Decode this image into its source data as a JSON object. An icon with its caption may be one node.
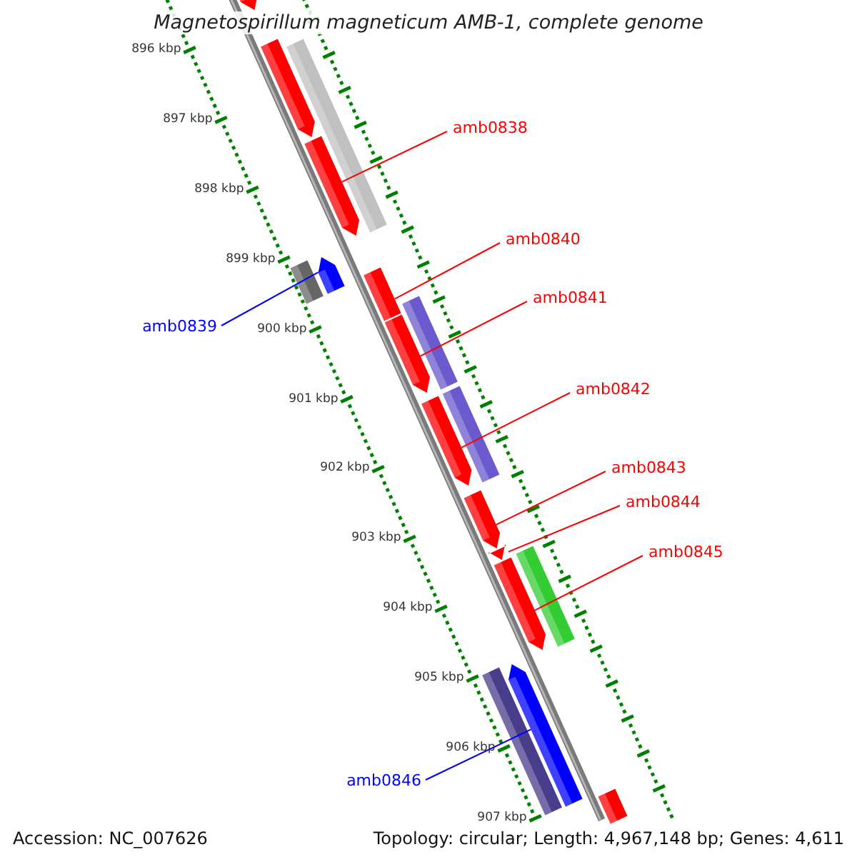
{
  "diagram": {
    "title": "Magnetospirillum magneticum AMB-1, complete genome",
    "nodes": [
      {
        "text": [],
        "shape": "pentagon"
      },
      {
        "text": [],
        "shape": "pentagon"
      },
      {
        "text": [],
        "shape": "bar"
      },
      {
        "text": [],
        "shape": "pentagon"
      },
      {
        "text": [],
        "shape": "bar"
      },
      {
        "text": [],
        "shape": "pentagon"
      },
      {
        "text": [],
        "shape": "bar"
      },
      {
        "text": [],
        "shape": "pentagon"
      },
      {
        "text": [],
        "shape": "bar"
      },
      {
        "text": [],
        "shape": "bar"
      },
      {
        "text": [],
        "shape": "pentagon"
      },
      {
        "text": [],
        "shape": "pentagon"
      },
      {
        "text": [],
        "shape": "pentagon"
      },
      {
        "text": [],
        "shape": "pentagon"
      },
      {
        "text": [],
        "shape": "bar"
      },
      {
        "text": [],
        "shape": "bar"
      },
      {
        "text": [],
        "shape": "pentagon"
      },
      {
        "text": [],
        "shape": "bar"
      },
      {
        "text": [
          "amb0838"
        ]
      },
      {
        "text": [
          "amb0840"
        ]
      },
      {
        "text": [
          "amb0841"
        ]
      },
      {
        "text": [
          "amb0842"
        ]
      },
      {
        "text": [
          "amb0843"
        ]
      },
      {
        "text": [
          "amb0844"
        ]
      },
      {
        "text": [
          "amb0845"
        ]
      },
      {
        "text": [
          "amb0839"
        ]
      },
      {
        "text": [
          "amb0846"
        ]
      }
    ],
    "edges": [
      {
        "from": 18,
        "to": 3,
        "arrow": "none"
      },
      {
        "from": 19,
        "to": 6,
        "arrow": "none"
      },
      {
        "from": 20,
        "to": 7,
        "arrow": "none"
      },
      {
        "from": 21,
        "to": 10,
        "arrow": "none"
      },
      {
        "from": 22,
        "to": 11,
        "arrow": "none"
      },
      {
        "from": 23,
        "to": 12,
        "arrow": "none"
      },
      {
        "from": 24,
        "to": 13,
        "arrow": "none"
      },
      {
        "from": 25,
        "to": 5,
        "arrow": "none",
        "color": "#0000ff"
      },
      {
        "from": 26,
        "to": 16,
        "arrow": "none",
        "color": "#0000ff"
      }
    ],
    "labels": [
      "896 kbp",
      "897 kbp",
      "898 kbp",
      "899 kbp",
      "900 kbp",
      "901 kbp",
      "902 kbp",
      "903 kbp",
      "904 kbp",
      "905 kbp",
      "906 kbp",
      "907 kbp",
      "Accession: NC_007626",
      "Topology: circular; Length: 4,967,148 bp; Genes: 4,611"
    ]
  }
}
